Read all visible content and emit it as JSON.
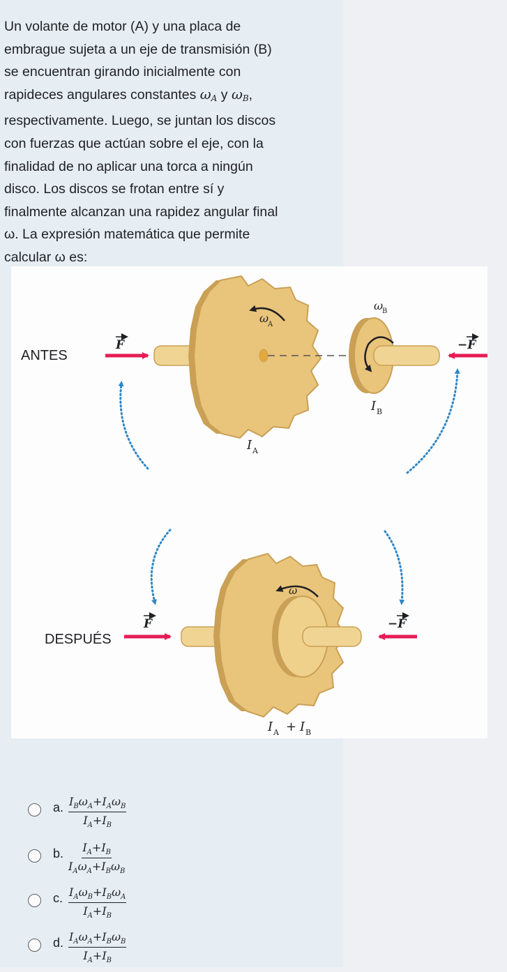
{
  "question": {
    "line1": "Un volante de motor (A) y una placa de",
    "line2": "embrague sujeta a un eje de transmisión (B)",
    "line3": "se encuentran girando inicialmente con",
    "line4a": "rapideces angulares constantes ",
    "omega_a_sym": "ω",
    "omega_a_sub": "A",
    "line4b": " y ",
    "omega_b_sym": "ω",
    "omega_b_sub": "B",
    "line4c": ",",
    "line5": "respectivamente. Luego, se juntan los discos",
    "line6": "con fuerzas que actúan sobre el eje, con la",
    "line7": "finalidad de no aplicar una torca a ningún",
    "line8": "disco. Los discos se frotan entre sí y",
    "line9": "finalmente alcanzan una rapidez angular final",
    "line10": "ω. La expresión matemática que permite",
    "line11": "calcular ω es:"
  },
  "figure": {
    "before_label": "ANTES",
    "after_label": "DESPUÉS",
    "force_label": "F",
    "neg_force_label": "−F",
    "omega_label": "ω",
    "sub_a": "A",
    "sub_b": "B",
    "inertia_label": "I",
    "sum_label": "+",
    "colors": {
      "gear": "#e9c47b",
      "gear_dark": "#c9a055",
      "arrow": "#e51c55",
      "dots": "#2f86c6"
    }
  },
  "options": [
    {
      "letter": "a.",
      "numerator": "I_Bω_A+I_Aω_B",
      "denominator": "I_A+I_B"
    },
    {
      "letter": "b.",
      "numerator": "I_A+I_B",
      "denominator": "I_Aω_A+I_Bω_B"
    },
    {
      "letter": "c.",
      "numerator": "I_Aω_B+I_Bω_A",
      "denominator": "I_A+I_B"
    },
    {
      "letter": "d.",
      "numerator": "I_Aω_A+I_Bω_B",
      "denominator": "I_A+I_B"
    }
  ]
}
